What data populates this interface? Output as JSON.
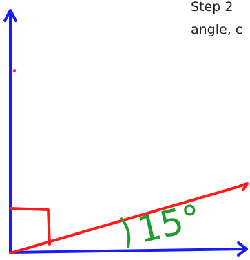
{
  "text": {
    "line1": "Step 2",
    "line2": "angle, c"
  },
  "angle_label": "15°",
  "angle": {
    "degrees": 15
  },
  "colors": {
    "axes": "#1a1aff",
    "angle_line": "#ff1a1a",
    "right_angle_marker": "#ff1a1a",
    "angle_marker": "#1f9d2d",
    "dot": "#d12fd1",
    "text": "#222222"
  }
}
